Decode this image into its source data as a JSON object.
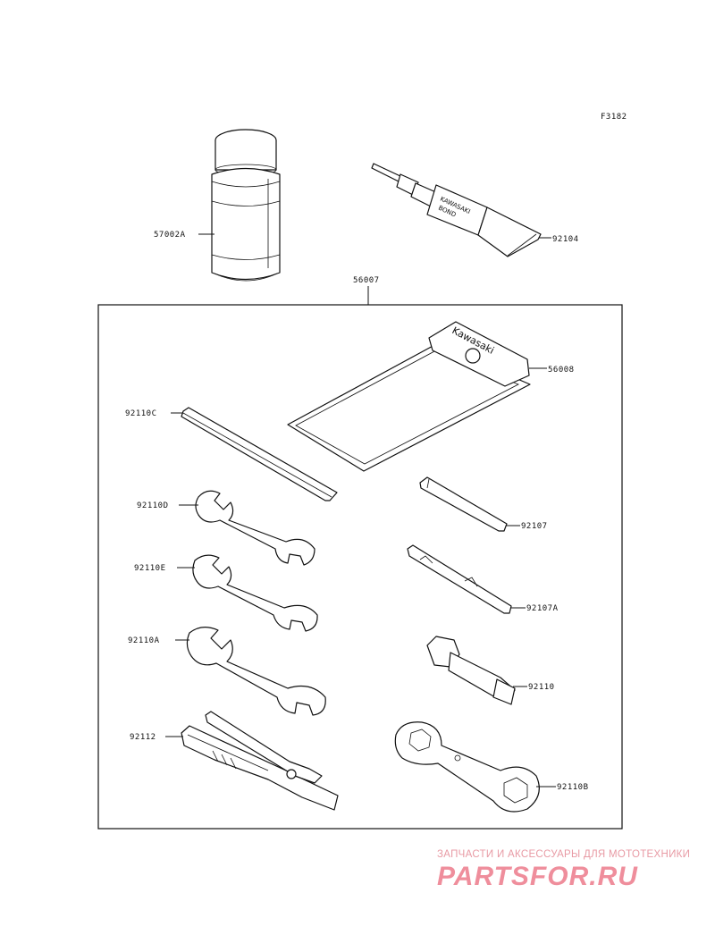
{
  "figure_code": "F3182",
  "tool_kit_label": "56007",
  "parts": {
    "spray_can": "57002A",
    "bond_tube": "92104",
    "bond_tube_text_line1": "KAWASAKI",
    "bond_tube_text_line2": "BOND",
    "tool_bag": "56008",
    "tool_bag_brand": "Kawasaki",
    "hex_bar": "92110C",
    "wrench_d": "92110D",
    "wrench_e": "92110E",
    "wrench_a": "92110A",
    "pliers": "92112",
    "screwdriver_bit": "92107",
    "screwdriver": "92107A",
    "plug_wrench": "92110",
    "ring_wrench": "92110B"
  },
  "watermark": {
    "tagline": "ЗАПЧАСТИ И АКСЕССУАРЫ ДЛЯ МОТОТЕХНИКИ",
    "brand": "PARTSFOR.RU"
  }
}
